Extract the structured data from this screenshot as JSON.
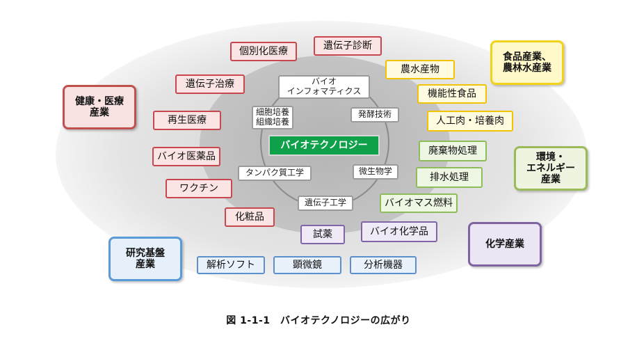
{
  "core": "バイオテクノロジー",
  "techniques": {
    "bioinformatics": "バイオ\nインフォマティクス",
    "fermentation": "発酵技術",
    "cell_culture": "細胞培養\n組織培養",
    "protein": "タンパク質工学",
    "microbiology": "微生物学",
    "genetic_engineering": "遺伝子工学"
  },
  "applications": {
    "personalized_medicine": "個別化医療",
    "genetic_diagnosis": "遺伝子診断",
    "gene_therapy": "遺伝子治療",
    "regenerative_medicine": "再生医療",
    "bio_pharmaceuticals": "バイオ医薬品",
    "vaccine": "ワクチン",
    "cosmetics": "化粧品",
    "agricultural_products": "農水産物",
    "functional_foods": "機能性食品",
    "cultured_meat": "人工肉・培養肉",
    "waste_treatment": "廃棄物処理",
    "wastewater_treatment": "排水処理",
    "biomass_fuel": "バイオマス燃料",
    "reagents": "試薬",
    "bio_chemicals": "バイオ化学品",
    "analysis_software": "解析ソフト",
    "microscope": "顕微鏡",
    "analytical_instruments": "分析機器"
  },
  "industries": {
    "healthcare": "健康・医療\n産業",
    "food_agriculture": "食品産業、\n農林水産業",
    "environment_energy": "環境・\nエネルギー\n産業",
    "chemical": "化学産業",
    "research_infrastructure": "研究基盤\n産業"
  },
  "caption": "図 1-1-1　バイオテクノロジーの広がり",
  "colors": {
    "core_green": "#0fa04a",
    "health_red": "#c0504d",
    "food_yellow": "#f2d21a",
    "environment_green": "#9bbb59",
    "chemical_purple": "#8064a2",
    "research_blue": "#5b9bd5"
  }
}
